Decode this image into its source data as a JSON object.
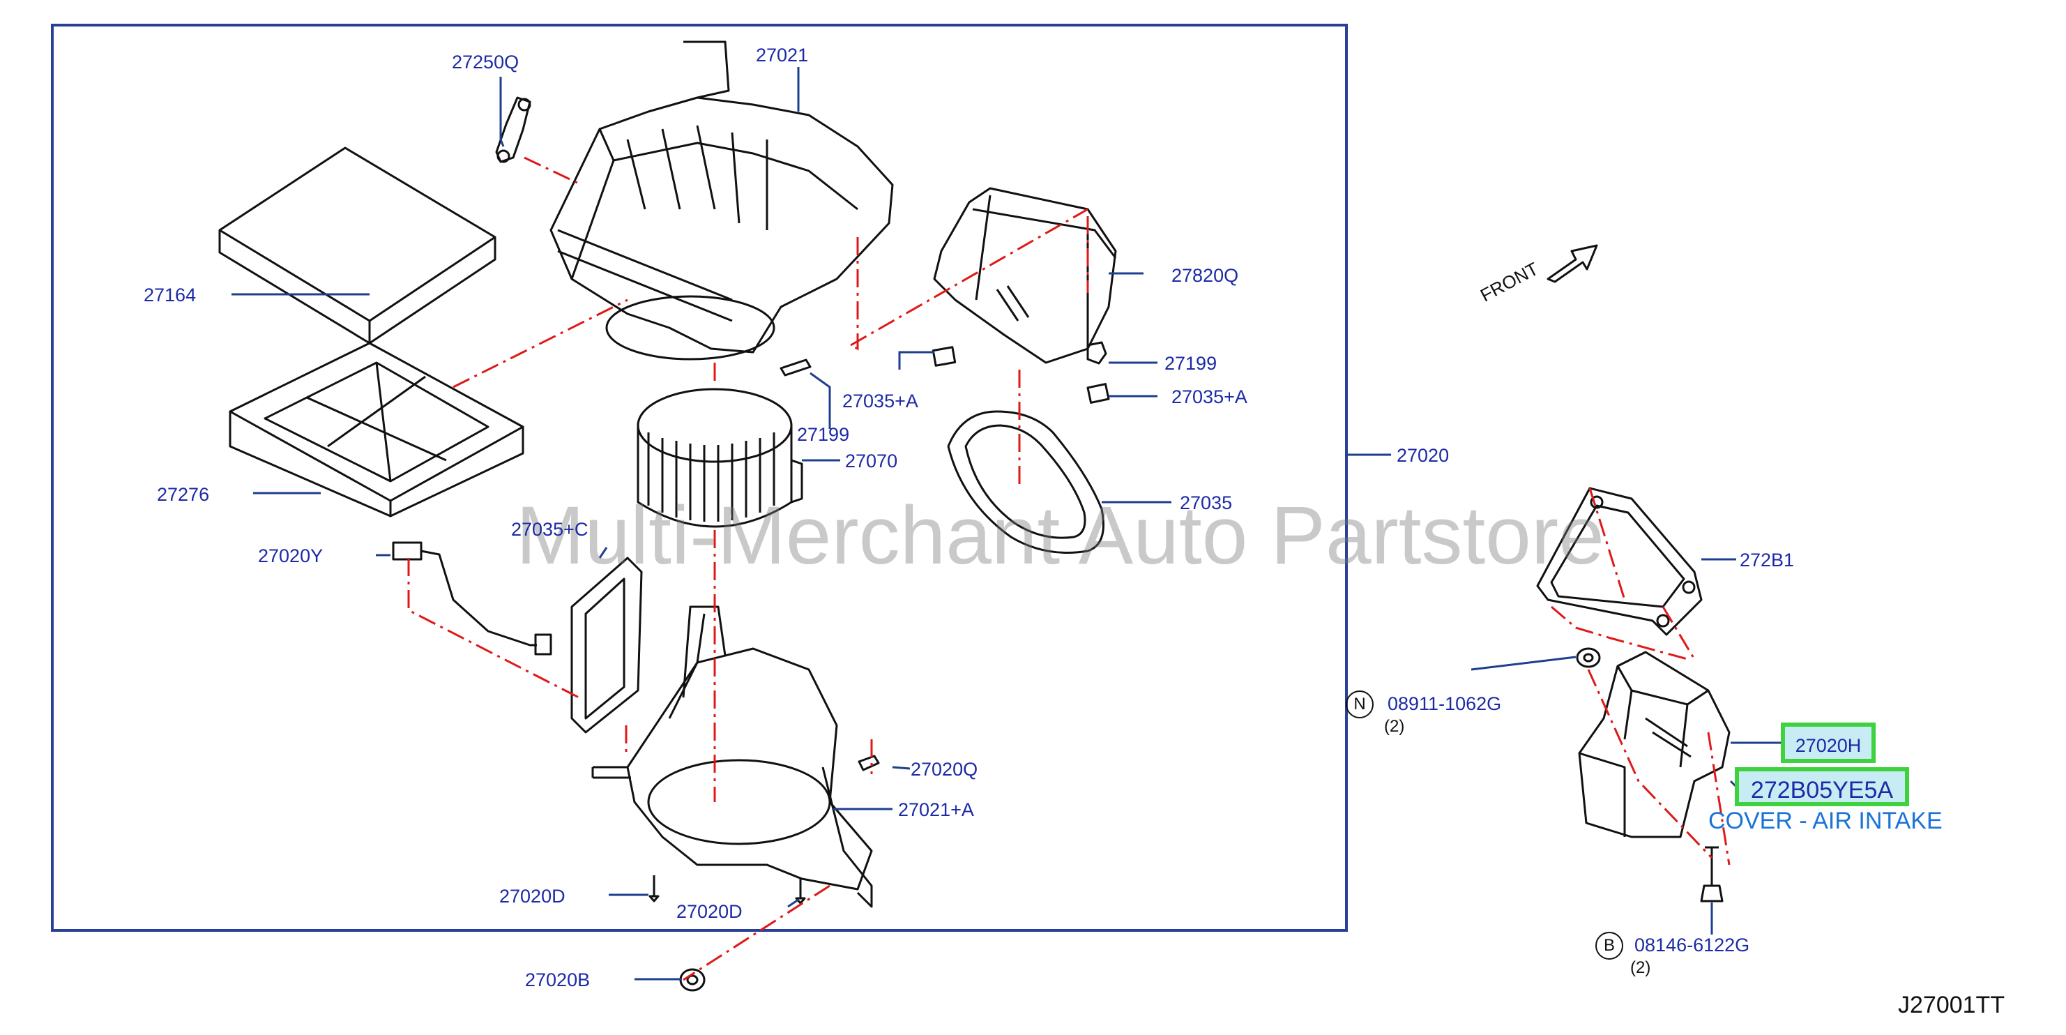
{
  "diagram": {
    "labels": {
      "p27250Q": "27250Q",
      "p27021": "27021",
      "p27164": "27164",
      "p27820Q": "27820Q",
      "p27199a": "27199",
      "p27035A_top": "27035+A",
      "p27035A_right": "27035+A",
      "p27199b": "27199",
      "p27070": "27070",
      "p27276": "27276",
      "p27020": "27020",
      "p27035": "27035",
      "p27035C": "27035+C",
      "p27020Y": "27020Y",
      "p272B1": "272B1",
      "p08911": "08911-1062G",
      "p27020Q": "27020Q",
      "p27021A": "27021+A",
      "p27020D_a": "27020D",
      "p27020D_b": "27020D",
      "p08146": "08146-6122G",
      "p27020B": "27020B"
    },
    "counts": {
      "nut": "(2)",
      "bolt": "(2)"
    },
    "symbols": {
      "nut": "N",
      "bolt": "B"
    },
    "highlight": {
      "part1": "27020H",
      "part2": "272B05YE5A",
      "description": "COVER - AIR INTAKE"
    },
    "front_label": "FRONT",
    "diagram_code": "J27001TT",
    "watermark": "Multi-Merchant Auto Partstore"
  },
  "colors": {
    "label": "#1c2aa6",
    "highlight_border": "#3fd23f",
    "highlight_fill": "#c8ecf4",
    "description": "#1a73d6",
    "leader": "#1c3f8f",
    "dash": "#e01818",
    "frame": "#2a3f96"
  }
}
